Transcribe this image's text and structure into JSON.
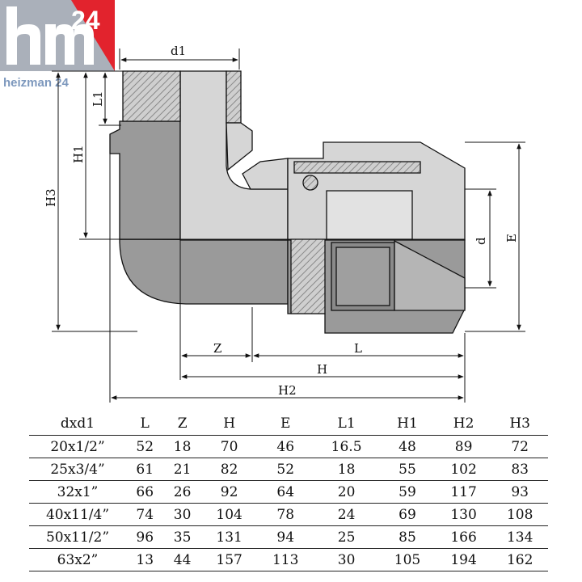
{
  "logo": {
    "letters": "hm",
    "number": "24",
    "tagline": "heizman 24",
    "colors": {
      "grey": "#aab0ba",
      "red": "#e2232d",
      "blue": "#7d98bd"
    }
  },
  "drawing": {
    "labels": {
      "d1": "d1",
      "L1": "L1",
      "H1": "H1",
      "H3": "H3",
      "d": "d",
      "E": "E",
      "Z": "Z",
      "L": "L",
      "H": "H",
      "H2": "H2"
    }
  },
  "table": {
    "headers": [
      "dxd1",
      "L",
      "Z",
      "H",
      "E",
      "L1",
      "H1",
      "H2",
      "H3"
    ],
    "rows": [
      [
        "20x1/2”",
        "52",
        "18",
        "70",
        "46",
        "16.5",
        "48",
        "89",
        "72"
      ],
      [
        "25x3/4”",
        "61",
        "21",
        "82",
        "52",
        "18",
        "55",
        "102",
        "83"
      ],
      [
        "32x1”",
        "66",
        "26",
        "92",
        "64",
        "20",
        "59",
        "117",
        "93"
      ],
      [
        "40x11/4”",
        "74",
        "30",
        "104",
        "78",
        "24",
        "69",
        "130",
        "108"
      ],
      [
        "50x11/2”",
        "96",
        "35",
        "131",
        "94",
        "25",
        "85",
        "166",
        "134"
      ],
      [
        "63x2”",
        "13",
        "44",
        "157",
        "113",
        "30",
        "105",
        "194",
        "162"
      ]
    ]
  }
}
